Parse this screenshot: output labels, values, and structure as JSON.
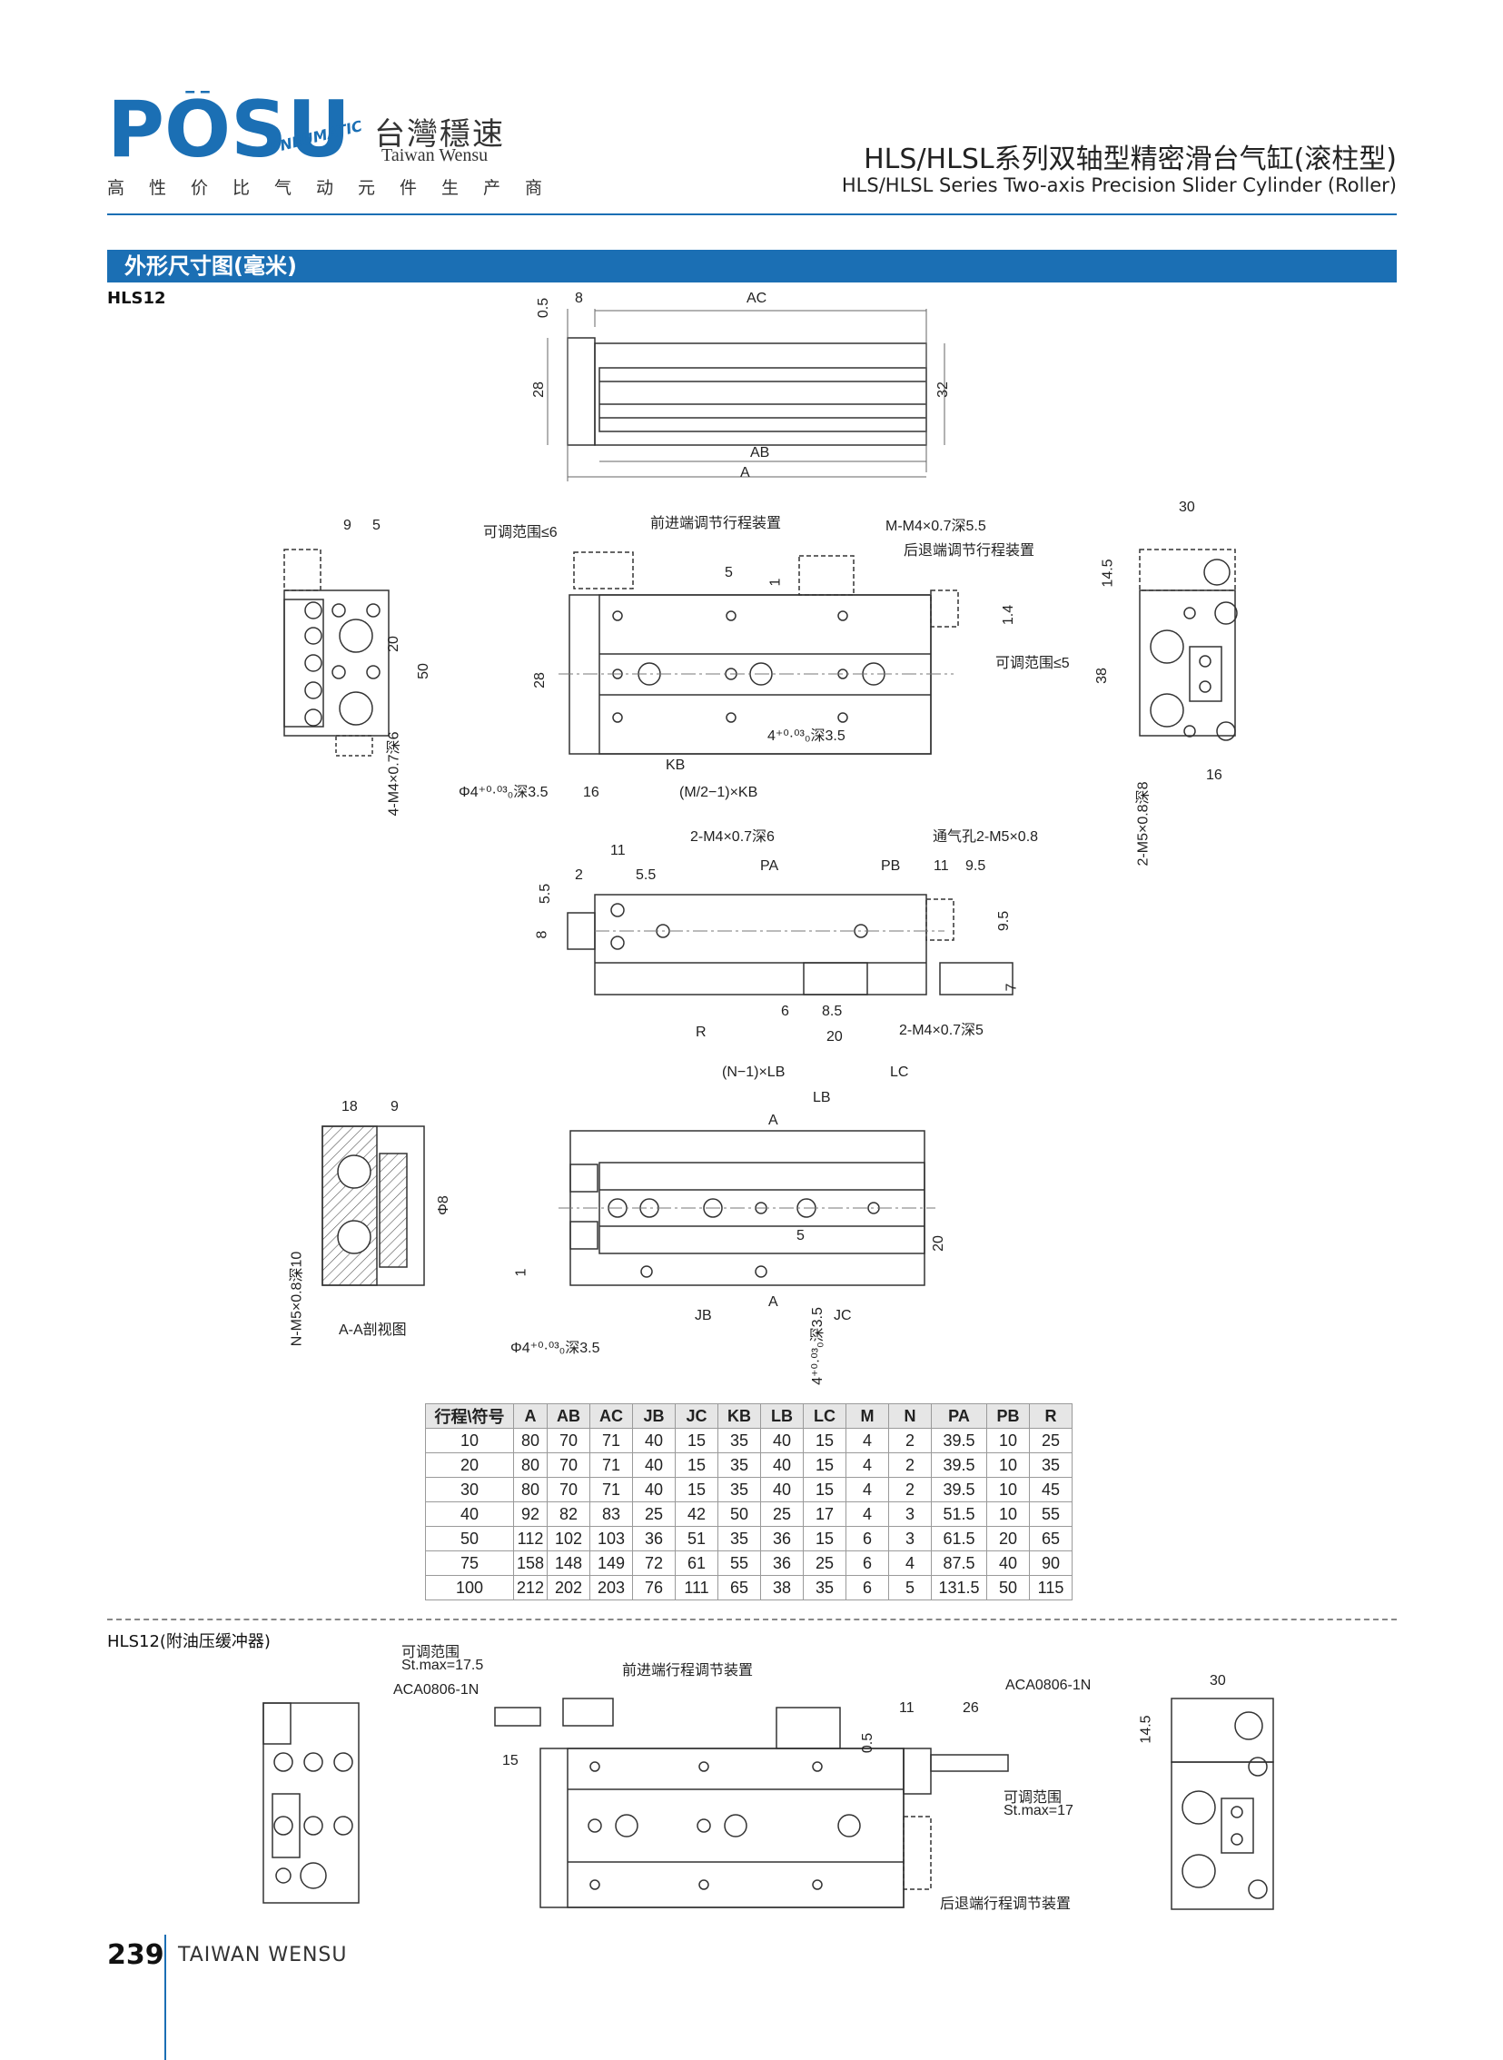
{
  "header": {
    "logo_text": "PÖSU",
    "logo_sub": "PNEUMATIC",
    "brand_cn": "台灣穩速",
    "brand_en": "Taiwan Wensu",
    "tagline": "高性价比气动元件生产商",
    "title_cn": "HLS/HLSL系列双轴型精密滑台气缸(滚柱型)",
    "title_en": "HLS/HLSL Series Two-axis Precision Slider Cylinder (Roller)"
  },
  "section": {
    "title": "外形尺寸图(毫米)",
    "model": "HLS12"
  },
  "drawing_labels": {
    "d1": [
      "0.5",
      "8",
      "AC",
      "28",
      "32",
      "AB",
      "A"
    ],
    "d2": [
      "9",
      "5",
      "20",
      "50",
      "4-M4×0.7深6"
    ],
    "d3": [
      "可调范围≤6",
      "前进端调节行程装置",
      "M-M4×0.7深5.5",
      "后退端调节行程装置",
      "5",
      "1",
      "1.4",
      "可调范围≤5",
      "28",
      "4⁺⁰·⁰³₀深3.5",
      "Φ4⁺⁰·⁰³₀深3.5",
      "KB",
      "16",
      "(M/2−1)×KB"
    ],
    "d4": [
      "30",
      "14.5",
      "38",
      "16",
      "2-M5×0.8深8"
    ],
    "d5": [
      "2-M4×0.7深6",
      "通气孔2-M5×0.8",
      "11",
      "2",
      "5.5",
      "PA",
      "PB",
      "11",
      "9.5",
      "5.5",
      "8",
      "9.5",
      "7",
      "6",
      "8.5",
      "2-M4×0.7深5",
      "R",
      "20"
    ],
    "d6": [
      "18",
      "9",
      "Φ8",
      "N-M5×0.8深10",
      "A-A剖视图"
    ],
    "d7": [
      "(N−1)×LB",
      "LC",
      "LB",
      "A",
      "5",
      "20",
      "1",
      "JB",
      "A",
      "JC",
      "Φ4⁺⁰·⁰³₀深3.5",
      "4⁺⁰·⁰³₀深3.5"
    ],
    "d8": [
      "可调范围",
      "St.max=17.5",
      "ACA0806-1N",
      "前进端行程调节装置",
      "15",
      "0.5",
      "11",
      "26",
      "ACA0806-1N",
      "可调范围",
      "St.max=17",
      "后退端行程调节装置"
    ],
    "d9": [
      "30",
      "14.5"
    ]
  },
  "table": {
    "headers": [
      "行程\\符号",
      "A",
      "AB",
      "AC",
      "JB",
      "JC",
      "KB",
      "LB",
      "LC",
      "M",
      "N",
      "PA",
      "PB",
      "R"
    ],
    "rows": [
      [
        "10",
        "80",
        "70",
        "71",
        "40",
        "15",
        "35",
        "40",
        "15",
        "4",
        "2",
        "39.5",
        "10",
        "25"
      ],
      [
        "20",
        "80",
        "70",
        "71",
        "40",
        "15",
        "35",
        "40",
        "15",
        "4",
        "2",
        "39.5",
        "10",
        "35"
      ],
      [
        "30",
        "80",
        "70",
        "71",
        "40",
        "15",
        "35",
        "40",
        "15",
        "4",
        "2",
        "39.5",
        "10",
        "45"
      ],
      [
        "40",
        "92",
        "82",
        "83",
        "25",
        "42",
        "50",
        "25",
        "17",
        "4",
        "3",
        "51.5",
        "10",
        "55"
      ],
      [
        "50",
        "112",
        "102",
        "103",
        "36",
        "51",
        "35",
        "36",
        "15",
        "6",
        "3",
        "61.5",
        "20",
        "65"
      ],
      [
        "75",
        "158",
        "148",
        "149",
        "72",
        "61",
        "55",
        "36",
        "25",
        "6",
        "4",
        "87.5",
        "40",
        "90"
      ],
      [
        "100",
        "212",
        "202",
        "203",
        "76",
        "111",
        "65",
        "38",
        "35",
        "6",
        "5",
        "131.5",
        "50",
        "115"
      ]
    ]
  },
  "section2": {
    "model": "HLS12(附油压缓冲器)"
  },
  "footer": {
    "page": "239",
    "brand": "TAIWAN WENSU"
  },
  "colors": {
    "brand_blue": "#1b6fb4",
    "line": "#333333",
    "dim": "#555555"
  }
}
